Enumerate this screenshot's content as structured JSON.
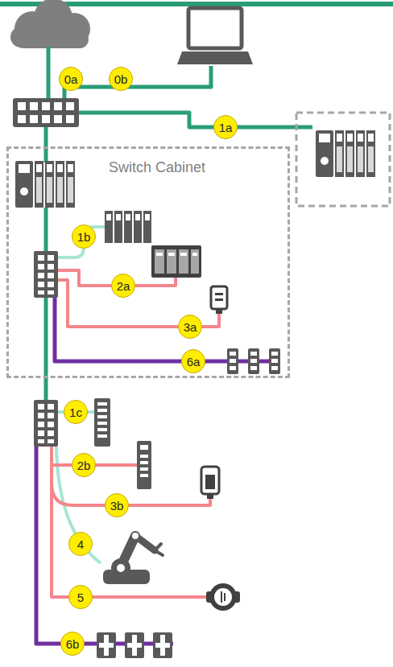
{
  "diagram": {
    "nodes": [
      {
        "text": [
          "Switch Cabinet"
        ]
      }
    ],
    "labels": [
      "0a",
      "0b",
      "1a",
      "1b",
      "2a",
      "3a",
      "6a",
      "1c",
      "2b",
      "3b",
      "4",
      "5",
      "6b"
    ]
  }
}
